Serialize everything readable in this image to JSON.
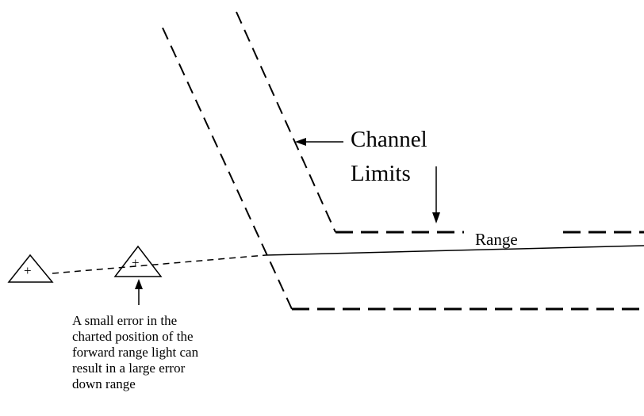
{
  "labels": {
    "channel": "Channel",
    "limits": "Limits",
    "range": "Range"
  },
  "note": {
    "lines": [
      "A small error in the",
      "charted position of the",
      "forward range light can",
      "result in a large error",
      "down range"
    ]
  },
  "symbols": {
    "rear_light": "+",
    "front_light": "+"
  },
  "colors": {
    "ink": "#000000",
    "background": "#ffffff"
  }
}
